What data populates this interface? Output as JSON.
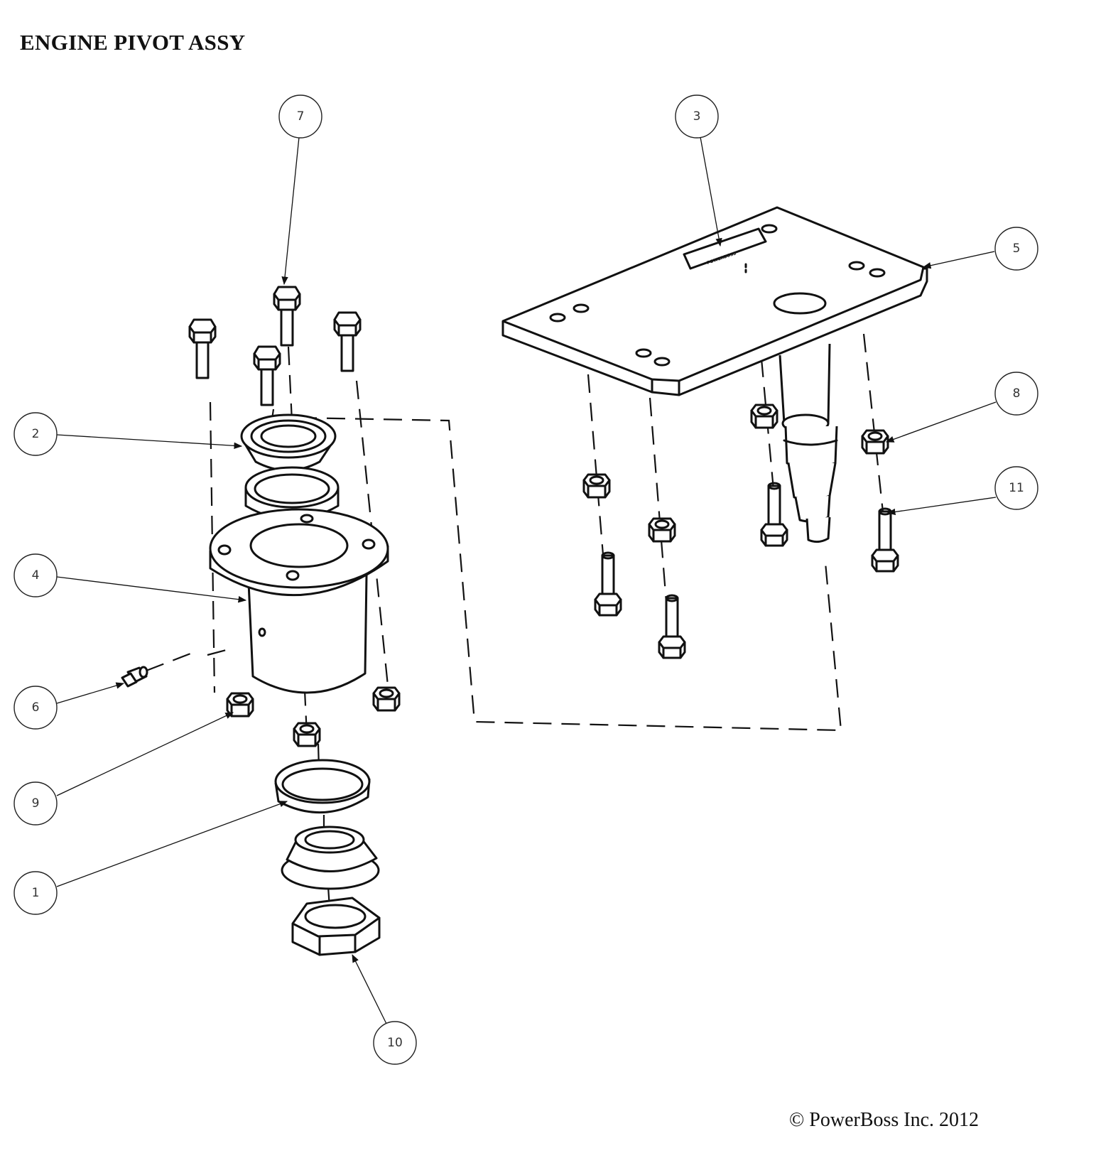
{
  "title": "ENGINE PIVOT ASSY",
  "copyright": "© PowerBoss Inc. 2012",
  "nameplate_text": "POWERBOSS",
  "callouts": [
    {
      "label": "1"
    },
    {
      "label": "2"
    },
    {
      "label": "3"
    },
    {
      "label": "4"
    },
    {
      "label": "5"
    },
    {
      "label": "6"
    },
    {
      "label": "7"
    },
    {
      "label": "8"
    },
    {
      "label": "9"
    },
    {
      "label": "10"
    },
    {
      "label": "11"
    }
  ]
}
